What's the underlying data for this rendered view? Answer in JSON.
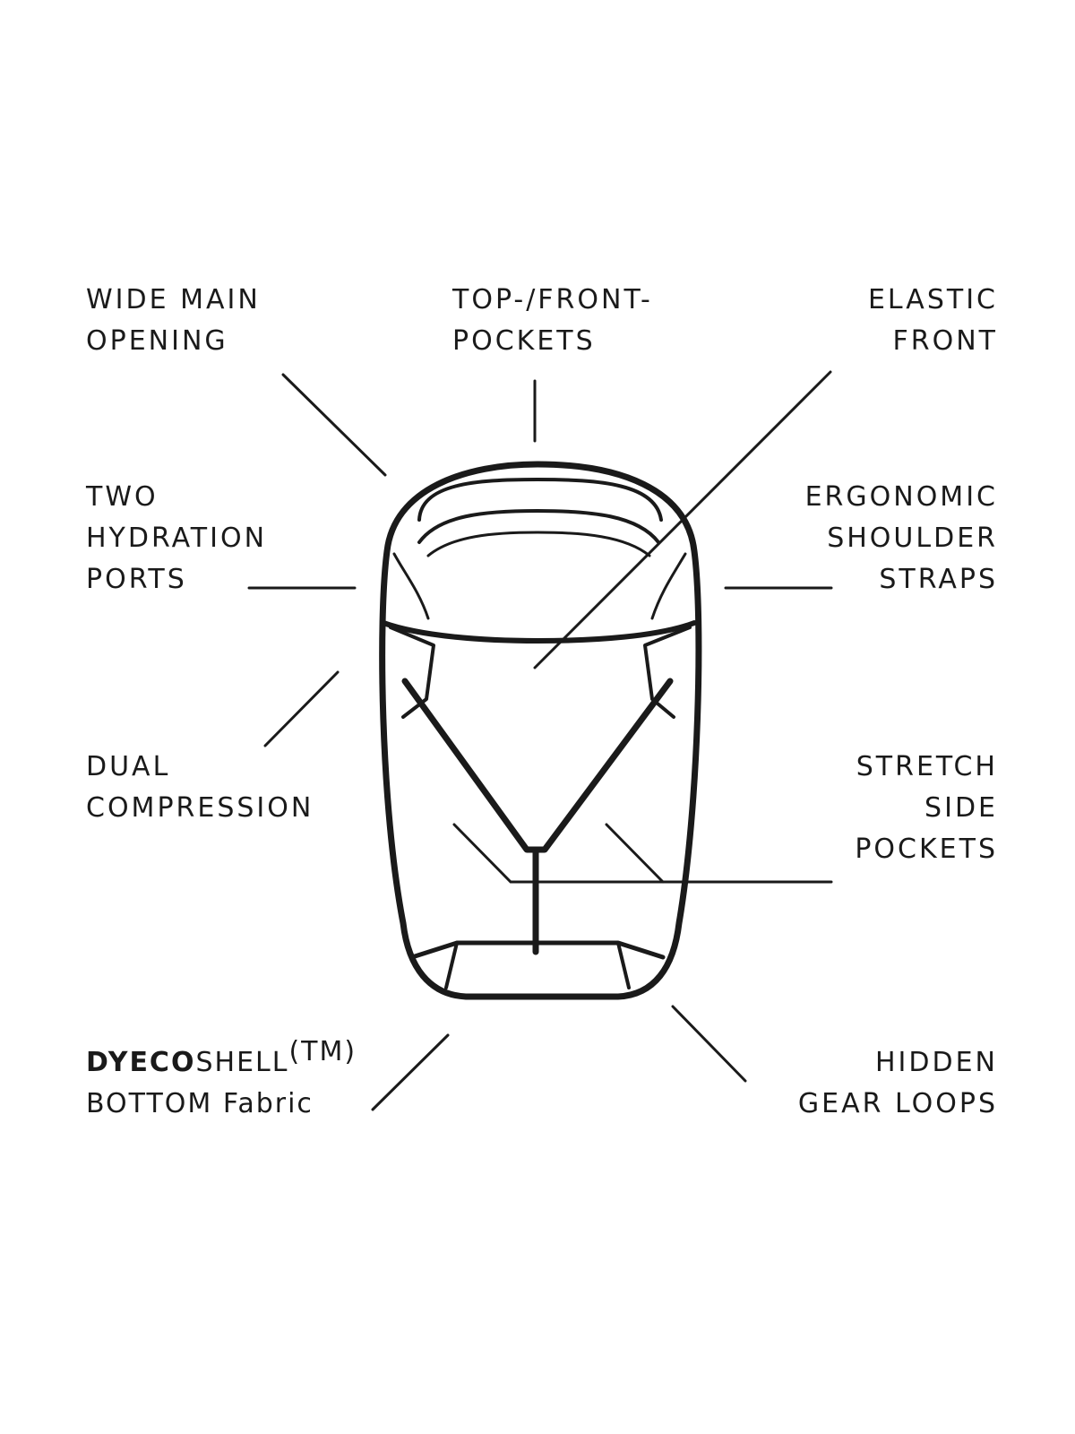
{
  "labels": {
    "wide_main_opening": [
      "WIDE MAIN",
      "OPENING"
    ],
    "top_front_pockets": [
      "TOP-/FRONT-",
      "POCKETS"
    ],
    "elastic_front": [
      "ELASTIC",
      "FRONT"
    ],
    "two_hydration_ports": [
      "TWO",
      "HYDRATION",
      "PORTS"
    ],
    "ergonomic_shoulder_straps": [
      "ERGONOMIC",
      "SHOULDER",
      "STRAPS"
    ],
    "dual_compression": [
      "DUAL",
      "COMPRESSION"
    ],
    "stretch_side_pockets": [
      "STRETCH",
      "SIDE",
      "POCKETS"
    ],
    "bottom_fabric": {
      "brand_bold": "DYECO",
      "brand_rest": "SHELL",
      "trademark": "(TM)",
      "line2": "BOTTOM Fabric"
    },
    "hidden_gear_loops": [
      "HIDDEN",
      "GEAR LOOPS"
    ]
  },
  "colors": {
    "ink": "#1a1a1a",
    "background": "#ffffff"
  }
}
